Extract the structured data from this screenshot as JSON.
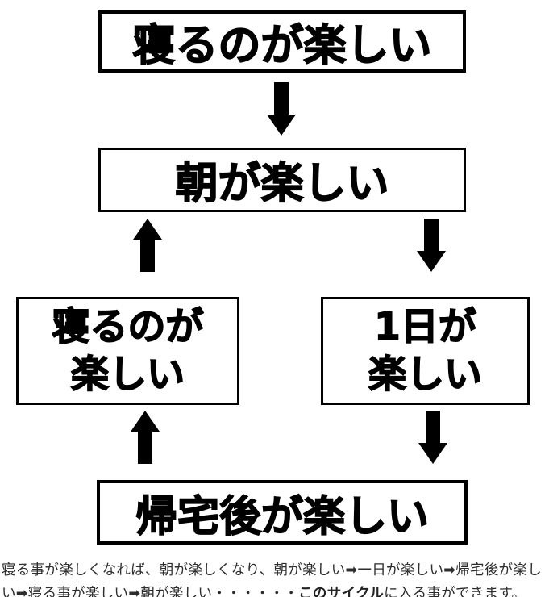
{
  "diagram": {
    "colors": {
      "background": "#ffffff",
      "box_border": "#000000",
      "box_text": "#000000",
      "arrow": "#000000",
      "caption_text": "#2d2d2d"
    },
    "boxes": {
      "top": {
        "label": "寝るのが楽しい"
      },
      "morning": {
        "label": "朝が楽しい"
      },
      "sleep": {
        "line1": "寝るのが",
        "line2": "楽しい"
      },
      "day": {
        "line1": "1日が",
        "line2": "楽しい"
      },
      "home": {
        "label": "帰宅後が楽しい"
      }
    },
    "arrows": [
      {
        "id": "top-to-morning",
        "direction": "down"
      },
      {
        "id": "sleep-to-morning",
        "direction": "up"
      },
      {
        "id": "morning-to-day",
        "direction": "down"
      },
      {
        "id": "home-to-sleep",
        "direction": "up"
      },
      {
        "id": "day-to-home",
        "direction": "down"
      }
    ]
  },
  "caption": {
    "segment_before_bold": "寝る事が楽しくなれば、朝が楽しくなり、朝が楽しい➡一日が楽しい➡帰宅後が楽しい➡寝る事が楽しい➡朝が楽しい・・・・・・",
    "bold_segment": "このサイクル",
    "segment_after_bold": "に入る事ができます。"
  }
}
